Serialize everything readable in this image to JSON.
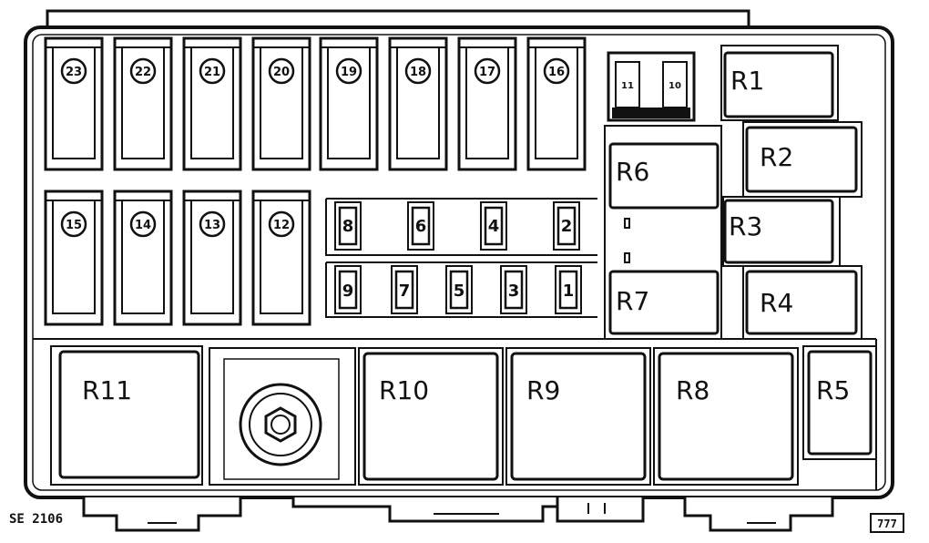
{
  "diagram": {
    "large_fuses_top": [
      "23",
      "22",
      "21",
      "20",
      "19",
      "18",
      "17",
      "16"
    ],
    "large_fuses_bottom": [
      "15",
      "14",
      "13",
      "12"
    ],
    "mini_fuses_top": [
      "8",
      "6",
      "4",
      "2"
    ],
    "mini_fuses_bottom": [
      "9",
      "7",
      "5",
      "3",
      "1"
    ],
    "small_fuses": [
      "11",
      "10"
    ],
    "relays_right": [
      "R1",
      "R2",
      "R3",
      "R4",
      "R6",
      "R7"
    ],
    "relays_bottom": [
      "R11",
      "R10",
      "R9",
      "R8",
      "R5"
    ],
    "figure_code": "SE 2106",
    "corner_mark": "777"
  }
}
